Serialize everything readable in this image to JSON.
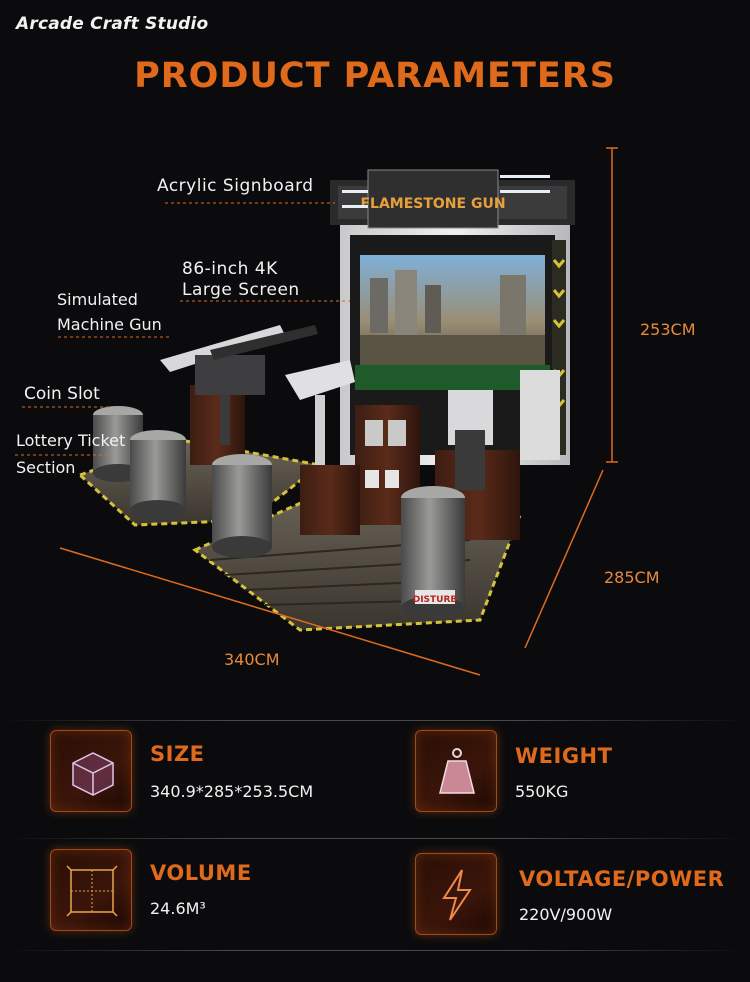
{
  "brand": {
    "name": "Arcade Craft Studio"
  },
  "page": {
    "title": "PRODUCT PARAMETERS"
  },
  "machine": {
    "marquee_text": "FLAMESTONE GUN",
    "barrel_texts": [
      "DISTURB"
    ],
    "callouts": {
      "signboard": "Acrylic Signboard",
      "screen_line1": "86-inch 4K",
      "screen_line2": "Large Screen",
      "gun_line1": "Simulated",
      "gun_line2": "Machine Gun",
      "coin": "Coin Slot",
      "lottery_line1": "Lottery Ticket",
      "lottery_line2": "Section"
    },
    "dimensions": {
      "height": "253CM",
      "depth": "285CM",
      "width": "340CM"
    }
  },
  "specs": {
    "size": {
      "label": "SIZE",
      "value": "340.9*285*253.5CM",
      "icon": "cube-icon"
    },
    "weight": {
      "label": "WEIGHT",
      "value": "550KG",
      "icon": "weight-icon"
    },
    "volume": {
      "label": "VOLUME",
      "value": "24.6M³",
      "icon": "volume-box-icon"
    },
    "power": {
      "label": "VOLTAGE/POWER",
      "value": "220V/900W",
      "icon": "lightning-icon"
    }
  },
  "colors": {
    "accent": "#e06a1c",
    "background": "#0b0b0d",
    "text": "#f2f2f2"
  }
}
